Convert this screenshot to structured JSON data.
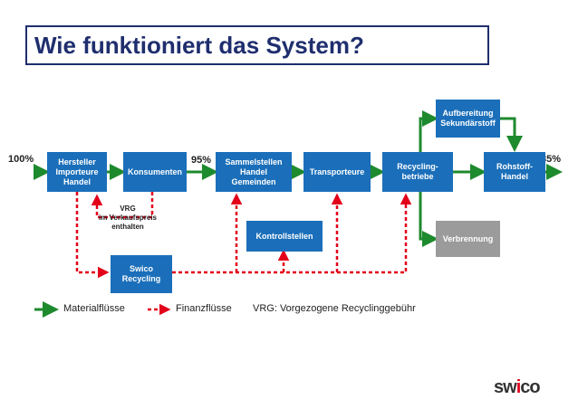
{
  "title": "Wie funktioniert das System?",
  "nodes": {
    "hersteller": "Hersteller\nImporteure\nHandel",
    "konsumenten": "Konsumenten",
    "sammelstellen": "Sammelstellen\nHandel\nGemeinden",
    "transporteure": "Transporteure",
    "recycling_betriebe": "Recycling-\nbetriebe",
    "rohstoff_handel": "Rohstoff-\nHandel",
    "aufbereitung": "Aufbereitung\nSekundärstoff",
    "verbrennung": "Verbrennung",
    "kontrollstellen": "Kontrollstellen",
    "swico_recycling": "Swico\nRecycling"
  },
  "percentages": {
    "start": "100%",
    "mid": "95%",
    "end": "85%"
  },
  "vrg_note": "VRG\nim Verkaufspreis\nenthalten",
  "legend": {
    "material": "Materialflüsse",
    "finance": "Finanzflüsse",
    "abbreviation": "VRG: Vorgezogene Recyclinggebühr"
  },
  "logo": {
    "before": "sw",
    "slash": "i",
    "after": "co"
  },
  "colors": {
    "box": "#1b6fba",
    "box_gray": "#9b9b9b",
    "material": "#1e8a2e",
    "finance": "#e2001a",
    "title": "#1f2e6e"
  }
}
